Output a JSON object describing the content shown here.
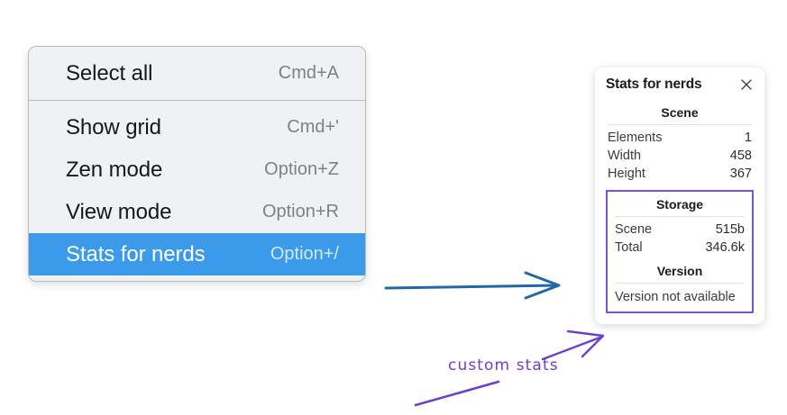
{
  "context_menu": {
    "groups": [
      {
        "items": [
          {
            "label": "Select all",
            "shortcut": "Cmd+A",
            "selected": false
          }
        ]
      },
      {
        "items": [
          {
            "label": "Show grid",
            "shortcut": "Cmd+'",
            "selected": false
          },
          {
            "label": "Zen mode",
            "shortcut": "Option+Z",
            "selected": false
          },
          {
            "label": "View mode",
            "shortcut": "Option+R",
            "selected": false
          },
          {
            "label": "Stats for nerds",
            "shortcut": "Option+/",
            "selected": true
          }
        ]
      }
    ]
  },
  "stats_panel": {
    "title": "Stats for nerds",
    "close_icon": "close-icon",
    "scene": {
      "heading": "Scene",
      "rows": [
        {
          "label": "Elements",
          "value": "1"
        },
        {
          "label": "Width",
          "value": "458"
        },
        {
          "label": "Height",
          "value": "367"
        }
      ]
    },
    "storage": {
      "heading": "Storage",
      "rows": [
        {
          "label": "Scene",
          "value": "515b"
        },
        {
          "label": "Total",
          "value": "346.6k"
        }
      ]
    },
    "version": {
      "heading": "Version",
      "text": "Version not available"
    }
  },
  "annotations": {
    "custom_stats_label": "custom stats",
    "arrow_blue_color": "#2268a8",
    "arrow_purple_color": "#6b3fd4"
  },
  "colors": {
    "menu_background": "#f0f1f3",
    "menu_border": "#b6bcc4",
    "selection_blue": "#3b9bea",
    "highlight_purple": "#7c51d6",
    "panel_background": "#ffffff"
  }
}
